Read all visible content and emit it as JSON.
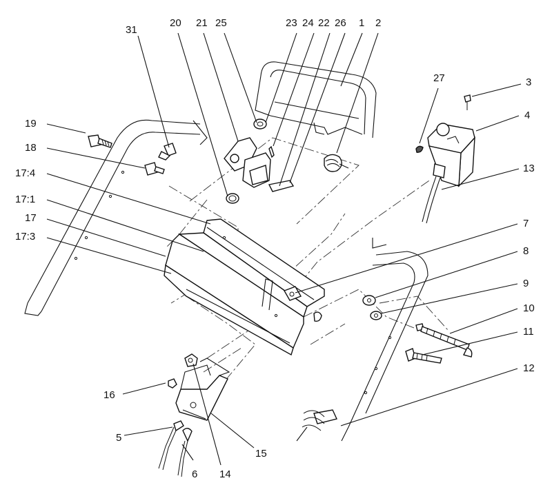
{
  "diagram": {
    "type": "exploded parts diagram",
    "callouts": [
      "31",
      "20",
      "21",
      "25",
      "23",
      "24",
      "22",
      "26",
      "1",
      "2",
      "27",
      "3",
      "4",
      "13",
      "19",
      "18",
      "17:4",
      "17:1",
      "17",
      "17:3",
      "7",
      "8",
      "9",
      "10",
      "11",
      "12",
      "16",
      "5",
      "6",
      "14",
      "15"
    ]
  }
}
